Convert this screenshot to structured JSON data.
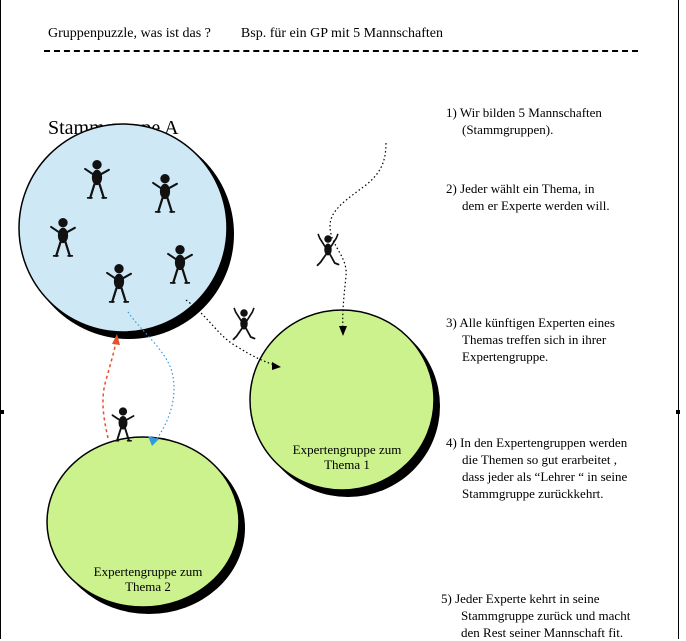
{
  "header": {
    "title": "Gruppenpuzzle, was ist das ?",
    "subtitle": "Bsp. für ein GP mit 5 Mannschaften"
  },
  "home_group": {
    "title": "Stammgruppe A",
    "fill": "#cfe8f5"
  },
  "expert_groups": [
    {
      "line1": "Expertengruppe zum",
      "line2": "Thema  1",
      "fill": "#ccf28e"
    },
    {
      "line1": "Expertengruppe zum",
      "line2": "Thema  2",
      "fill": "#ccf28e"
    }
  ],
  "steps": [
    {
      "line1": "1)  Wir bilden 5 Mannschaften",
      "line2": "(Stammgruppen)."
    },
    {
      "line1": "2)  Jeder wählt ein Thema,  in",
      "line2": "dem er Experte werden will."
    },
    {
      "line1": "3)  Alle künftigen Experten eines",
      "line2": "Themas treffen sich in ihrer",
      "line3": "Expertengruppe."
    },
    {
      "line1": "4)  In den Expertengruppen werden",
      "line2": "die Themen so gut  erarbeitet ,",
      "line3": "dass jeder als “Lehrer “ in seine",
      "line4": "Stammgruppe zurückkehrt."
    },
    {
      "line1": "5)  Jeder Experte kehrt in seine",
      "line2": "Stammgruppe zurück und macht",
      "line3": "den Rest seiner Mannschaft fit."
    }
  ],
  "colors": {
    "arrow_red": "#e8502a",
    "arrow_blue": "#3399dd",
    "figure": "#111111"
  }
}
